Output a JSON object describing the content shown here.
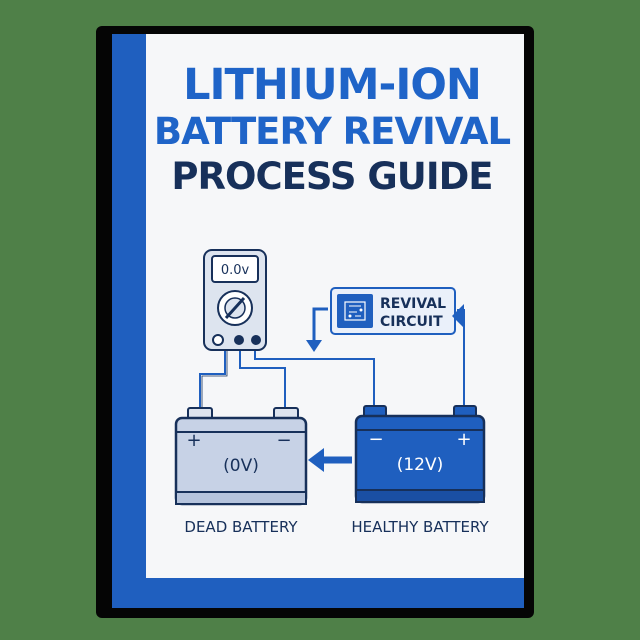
{
  "cover": {
    "title_line1": "LITHIUM-ION",
    "title_line2": "BATTERY REVIVAL",
    "title_line3": "PROCESS GUIDE"
  },
  "diagram": {
    "meter_reading": "0.0v",
    "circuit_label_line1": "REVIVAL",
    "circuit_label_line2": "CIRCUIT",
    "dead_battery": {
      "plus": "+",
      "minus": "−",
      "voltage": "(0V)",
      "caption": "DEAD BATTERY"
    },
    "healthy_battery": {
      "plus": "+",
      "minus": "−",
      "voltage": "(12V)",
      "caption": "HEALTHY BATTERY"
    }
  },
  "colors": {
    "accent": "#1f5fbf",
    "title_blue": "#1f64c8",
    "title_navy": "#17305a",
    "dead_battery_fill": "#c7d2e6",
    "healthy_battery_fill": "#1f5fbf",
    "background": "#4f8048"
  },
  "icons": [
    "multimeter-icon",
    "chip-icon",
    "arrow-down-icon",
    "arrow-up-icon",
    "arrow-left-icon"
  ]
}
